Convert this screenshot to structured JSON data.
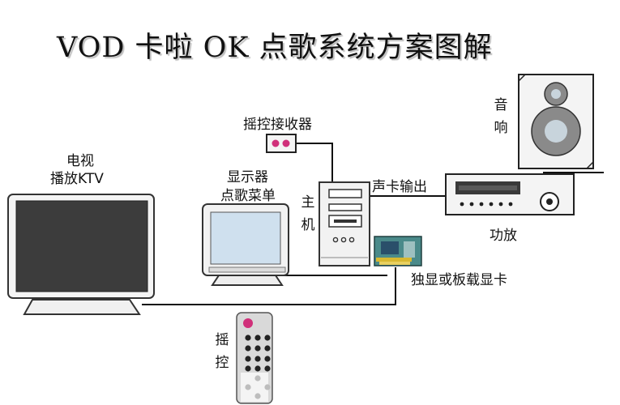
{
  "title": "VOD 卡啦 OK 点歌系统方案图解",
  "labels": {
    "tv_line1": "电视",
    "tv_line2": "播放KTV",
    "monitor_line1": "显示器",
    "monitor_line2": "点歌菜单",
    "receiver": "摇控接收器",
    "host": "主机",
    "sound_out": "声卡输出",
    "speaker": "音响",
    "amplifier": "功放",
    "graphics_card": "独显或板载显卡",
    "remote": "摇控"
  },
  "colors": {
    "screen_dark": "#3a3a3a",
    "device_light": "#f0f0f0",
    "remote_body": "#d9d9d9",
    "remote_red": "#d0307a",
    "card_green": "#4a8a8a",
    "card_gold": "#d8b830",
    "speaker_cone": "#8a8a8a"
  }
}
